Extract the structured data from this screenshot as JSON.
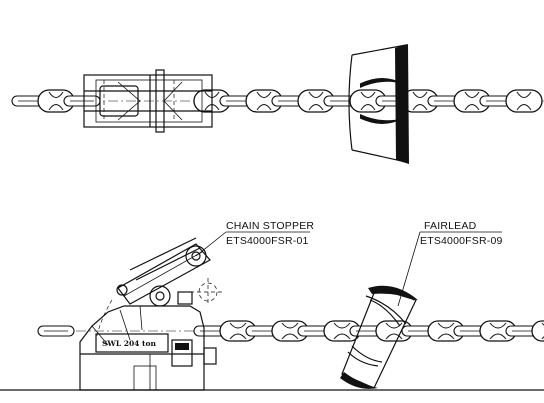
{
  "callouts": {
    "chain_stopper": {
      "title": "CHAIN  STOPPER",
      "code": "ETS4000FSR-01"
    },
    "fairlead": {
      "title": "FAIRLEAD",
      "code": "ETS4000FSR-09"
    }
  },
  "nameplate": {
    "text": "SWL 204  ton"
  },
  "colors": {
    "line": "#111111",
    "background": "#ffffff"
  }
}
